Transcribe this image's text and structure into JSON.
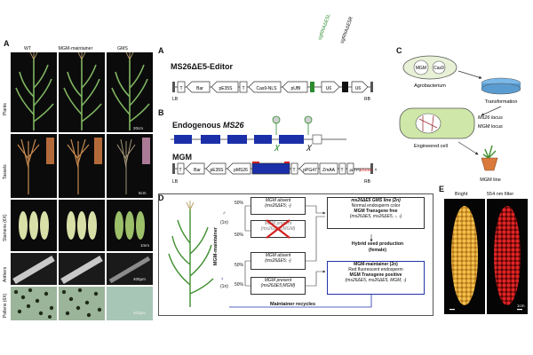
{
  "panelA_left": {
    "letter": "A",
    "columns": [
      "WT",
      "MGM-maintainer",
      "GMS"
    ],
    "rows": [
      "Plants",
      "Tassels",
      "Stamens (6X)",
      "Anthers",
      "Pollens (6X)"
    ],
    "scales": [
      "20cm",
      "5cm",
      "1mm",
      "400μm",
      "400μm"
    ]
  },
  "panelA": {
    "letter": "A",
    "title": "MS26ΔE5-Editor",
    "elements": [
      "T",
      "Bar",
      "pE35S",
      "T",
      "Cas9-NLS",
      "pUBI",
      "U6",
      "U6"
    ],
    "sgrna_left": "sgRNAΔE5L",
    "sgrna_right": "sgRNAΔE5R",
    "lb": "LB",
    "rb": "RB"
  },
  "panelB": {
    "letter": "B",
    "endogenous_prefix": "Endogenous ",
    "endogenous_gene": "MS26",
    "mgm_title": "MGM",
    "elements": [
      "T",
      "Bar",
      "pE35S",
      "pMS26",
      "T",
      "pPG47",
      "ZmAA",
      "T",
      "pLTP2",
      "DsRed",
      "T"
    ],
    "lb": "LB",
    "rb": "RB"
  },
  "panelC": {
    "letter": "C",
    "mgm": "MGM",
    "cas9": "Cas9",
    "agrobacterium": "Agrobacterium",
    "transformation": "Transformation",
    "ms26_locus": "Ms26 locus",
    "mgm_locus": "MGM locus",
    "engineered_cell": "Engineered cell",
    "mgm_line": "MGM line"
  },
  "panelD": {
    "letter": "D",
    "maintainer_label": "MGM-maintainer",
    "n1_top": "(1n)",
    "n1_bottom": "(1n)",
    "pct": [
      "50%",
      "50%",
      "50%",
      "50%"
    ],
    "box1": {
      "line1": "MGM absent",
      "line2": "(ms26ΔE5; -)"
    },
    "box2": {
      "line1": "MGM present",
      "line2": "(ms26ΔE5;MGM)"
    },
    "box3": {
      "line1": "MGM absent",
      "line2": "(ms26ΔE5; -)"
    },
    "box4": {
      "line1": "MGM present",
      "line2": "(ms26ΔE5;MGM)"
    },
    "gms": {
      "line1": "ms26ΔE5 GMS line (2n)",
      "line2": "Normal endosperm color",
      "line3": "MGM Transgene free",
      "line4": "(ms26ΔE5, ms26ΔE5, -, -)"
    },
    "hybrid": {
      "line1": "Hybrid seed production",
      "line2": "(female)"
    },
    "maint": {
      "line1": "MGM-maintainer (2n)",
      "line2": "Red fluorescent endosperm",
      "line3": "MGM Transgene positive",
      "line4": "(ms26ΔE5, ms26ΔE5, MGM, -)"
    },
    "recycles": "Maintainer recycles",
    "female_symbol": "♀",
    "male_symbol": "♂"
  },
  "panelE": {
    "letter": "E",
    "bright": "Bright",
    "filter": "554 nm filter",
    "scale": "1cm"
  },
  "colors": {
    "green": "#2e8b2e",
    "blue": "#2233aa",
    "red": "#d42020",
    "dark": "#111111"
  }
}
